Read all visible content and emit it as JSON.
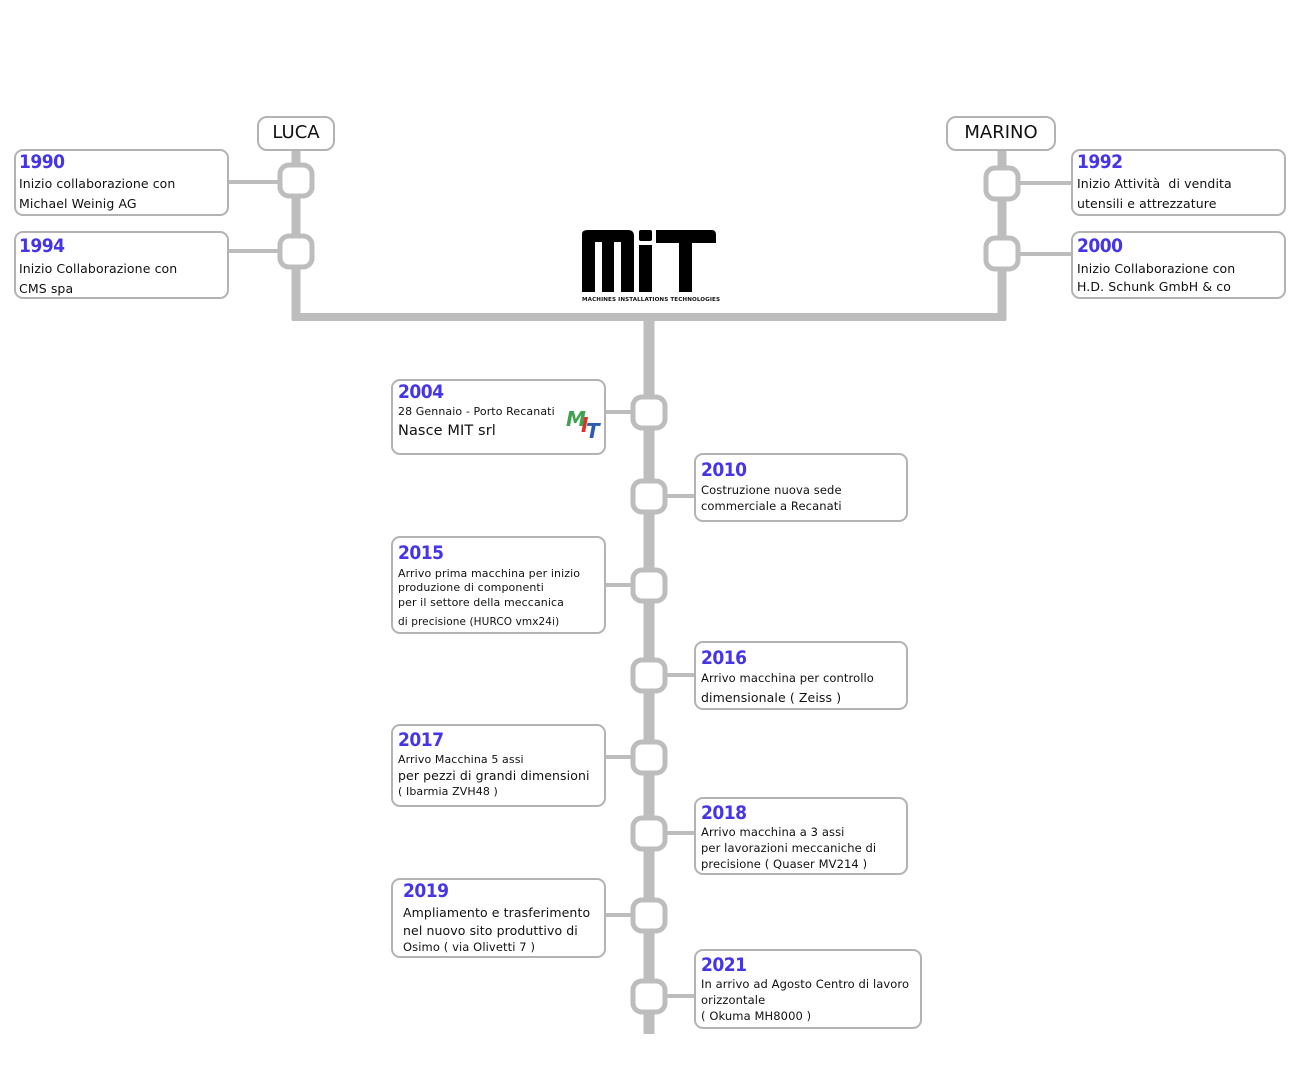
{
  "founders": {
    "left": "LUCA",
    "right": "MARINO"
  },
  "logo": {
    "name": "MIT",
    "subtitle": "MACHINES INSTALLATIONS TECHNOLOGIES"
  },
  "events": [
    {
      "year": "1990",
      "lines": [
        "Inizio collaborazione con",
        "Michael Weinig AG"
      ]
    },
    {
      "year": "1994",
      "lines": [
        "Inizio Collaborazione con",
        "CMS spa"
      ]
    },
    {
      "year": "1992",
      "lines": [
        "Inizio Attività  di vendita",
        "utensili e attrezzature"
      ]
    },
    {
      "year": "2000",
      "lines": [
        "Inizio Collaborazione con",
        "H.D. Schunk GmbH & co"
      ]
    },
    {
      "year": "2004",
      "lines": [
        "28 Gennaio - Porto Recanati",
        "Nasce MIT srl"
      ]
    },
    {
      "year": "2010",
      "lines": [
        "Costruzione nuova sede",
        "commerciale a Recanati"
      ]
    },
    {
      "year": "2015",
      "lines": [
        "Arrivo prima macchina per inizio",
        "produzione di componenti",
        "per il settore della meccanica",
        "di precisione (HURCO vmx24i)"
      ]
    },
    {
      "year": "2016",
      "lines": [
        "Arrivo macchina per controllo",
        "dimensionale ( Zeiss )"
      ]
    },
    {
      "year": "2017",
      "lines": [
        "Arrivo Macchina 5 assi",
        "per pezzi di grandi dimensioni",
        "( Ibarmia ZVH48 )"
      ]
    },
    {
      "year": "2018",
      "lines": [
        "Arrivo macchina a 3 assi",
        "per lavorazioni meccaniche di",
        "precisione ( Quaser MV214 )"
      ]
    },
    {
      "year": "2019",
      "lines": [
        "Ampliamento e trasferimento",
        "nel nuovo sito produttivo di",
        "Osimo ( via Olivetti 7 )"
      ]
    },
    {
      "year": "2021",
      "lines": [
        "In arrivo ad Agosto Centro di lavoro",
        "orizzontale",
        "( Okuma MH8000 )"
      ]
    }
  ],
  "colors": {
    "line": "#bdbdbd",
    "box_border": "#b3b3b3",
    "year": "#4535e6",
    "logo": "#000000"
  }
}
